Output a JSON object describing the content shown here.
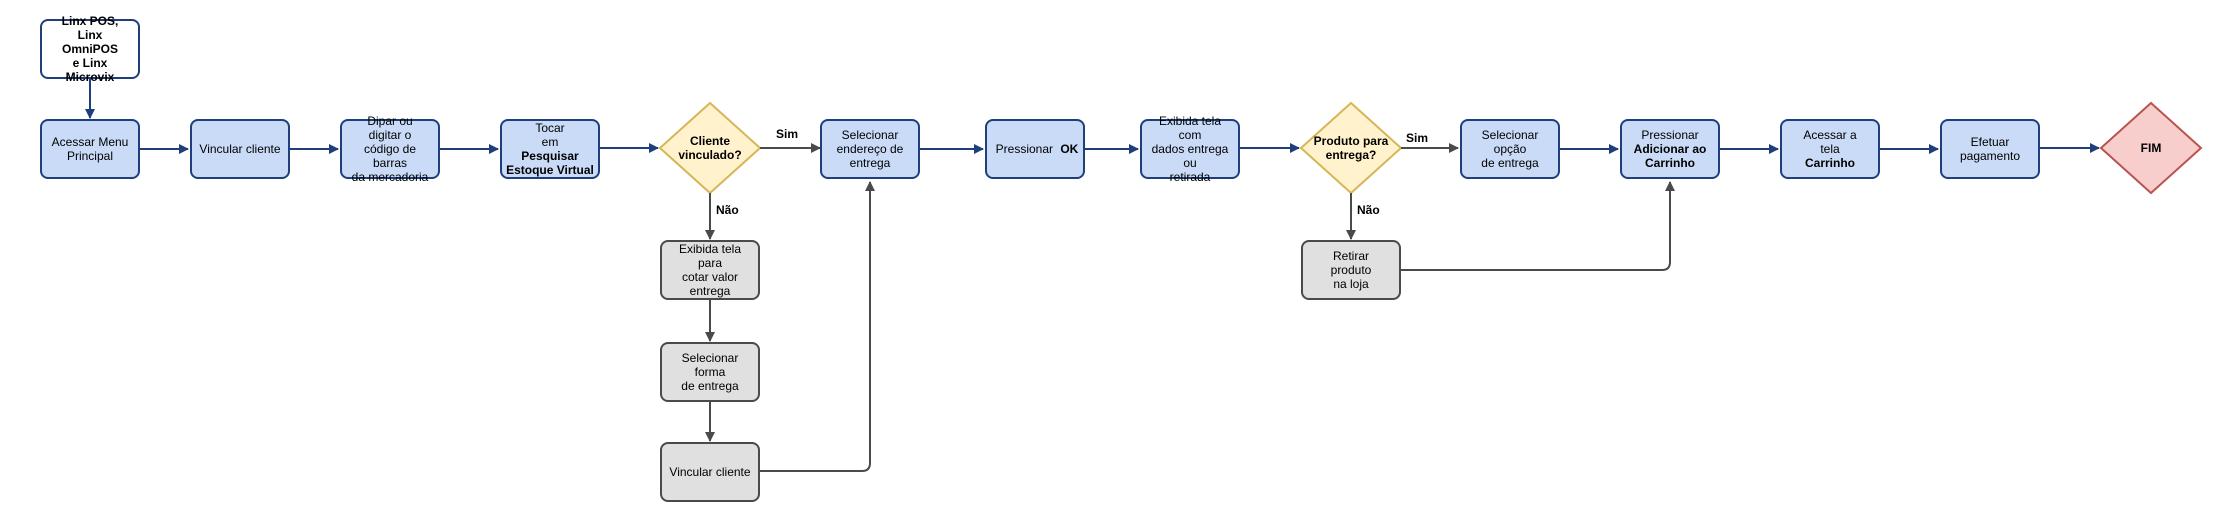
{
  "nodes": {
    "start": {
      "line1": "Linx POS, Linx",
      "line2": "OmniPOS",
      "line3": "e Linx Microvix"
    },
    "acessar_menu": {
      "line1": "Acessar Menu",
      "line2": "Principal"
    },
    "vincular_cliente": {
      "text": "Vincular cliente"
    },
    "dipar": {
      "line1": "Dipar ou digitar o",
      "line2": "código de barras",
      "line3": "da mercadoria"
    },
    "tocar": {
      "line1": "Tocar",
      "line2_prefix": "em ",
      "line2_bold": "Pesquisar",
      "line3_bold": "Estoque Virtual"
    },
    "cliente_vinculado": {
      "line1": "Cliente",
      "line2": "vinculado?"
    },
    "selecionar_endereco": {
      "line1": "Selecionar",
      "line2": "endereço de",
      "line3": "entrega"
    },
    "pressionar_ok": {
      "prefix": "Pressionar ",
      "bold": "OK"
    },
    "exibida_tela_dados": {
      "line1": "Exibida tela com",
      "line2": "dados entrega ou",
      "line3": "retirada"
    },
    "produto_entrega": {
      "line1": "Produto para",
      "line2": "entrega?"
    },
    "selecionar_opcao": {
      "line1": "Selecionar opção",
      "line2": "de entrega"
    },
    "pressionar_adicionar": {
      "line1": "Pressionar",
      "line2_bold": "Adicionar ao",
      "line3_bold": "Carrinho"
    },
    "acessar_carrinho": {
      "line1": "Acessar a",
      "line2_prefix": "tela ",
      "line2_bold": "Carrinho"
    },
    "efetuar_pagamento": {
      "line1": "Efetuar",
      "line2": "pagamento"
    },
    "fim": {
      "text": "FIM"
    },
    "exibida_tela_cotar": {
      "line1": "Exibida tela para",
      "line2": "cotar valor",
      "line3": "entrega"
    },
    "selecionar_forma": {
      "line1": "Selecionar forma",
      "line2": "de entrega"
    },
    "vincular_cliente_2": {
      "text": "Vincular cliente"
    },
    "retirar_produto": {
      "line1": "Retirar produto",
      "line2": "na loja"
    }
  },
  "labels": {
    "sim_1": "Sim",
    "nao_1": "Não",
    "sim_2": "Sim",
    "nao_2": "Não"
  },
  "colors": {
    "blue_fill": "#c9dbf7",
    "blue_stroke": "#1f3f7a",
    "gray_fill": "#e0e0e0",
    "gray_stroke": "#4a4a4a",
    "yellow_fill": "#fff2cc",
    "yellow_stroke": "#d6b656",
    "red_fill": "#f8cecc",
    "red_stroke": "#b85450"
  }
}
